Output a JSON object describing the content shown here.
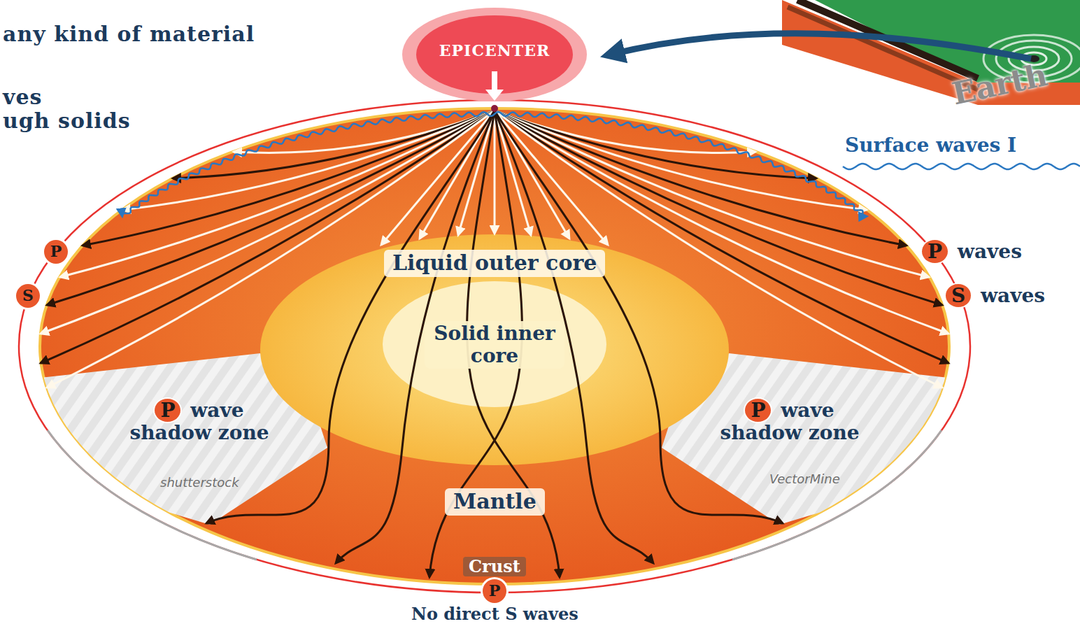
{
  "diagram": {
    "nodes": [
      {
        "text": [
          "EPICENTER"
        ]
      },
      {
        "text": [
          "P"
        ]
      },
      {
        "text": [
          "P waves"
        ]
      },
      {
        "text": [
          "S"
        ]
      },
      {
        "text": [
          "S waves"
        ]
      },
      {
        "text": [
          "Liquid outer core"
        ]
      },
      {
        "text": [
          "Solid inner core"
        ]
      },
      {
        "text": [
          "P wave shadow zone"
        ]
      },
      {
        "text": [
          "P wave shadow zone"
        ]
      },
      {
        "text": [
          "Mantle"
        ]
      },
      {
        "text": [
          "P"
        ]
      }
    ],
    "labels": [
      "any kind of material",
      "ves",
      "ugh solids",
      "Earth",
      "Surface waves I",
      "Crust",
      "No direct S waves",
      "VectorMine",
      "shutterstock"
    ]
  }
}
